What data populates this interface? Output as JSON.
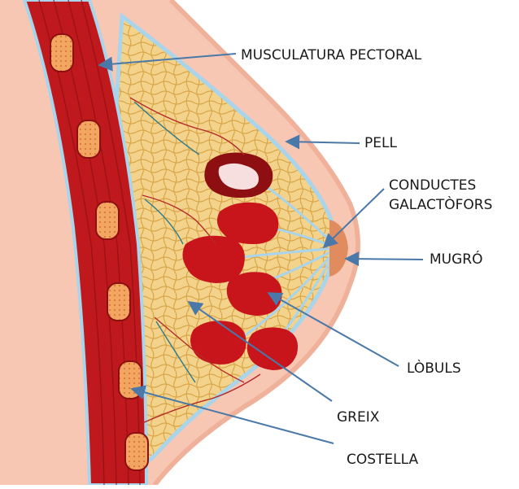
{
  "colors": {
    "skin": "#f7c7b4",
    "skin_dark": "#f0b19a",
    "muscle": "#c0191d",
    "muscle_dark": "#8e0f12",
    "fascia": "#a8d4ec",
    "fat": "#f3d38b",
    "fat_line": "#c98f2f",
    "lobule": "#c8141b",
    "rib": "#f2a661",
    "arrow": "#4a78a8",
    "nipple": "#e08c5f"
  },
  "labels": {
    "muscle": "MUSCULATURA PECTORAL",
    "skin": "PELL",
    "ducts_line1": "CONDUCTES",
    "ducts_line2": "GALACTÒFORS",
    "nipple": "MUGRÓ",
    "lobules": "LÒBULS",
    "fat": "GREIX",
    "rib": "COSTELLA"
  }
}
